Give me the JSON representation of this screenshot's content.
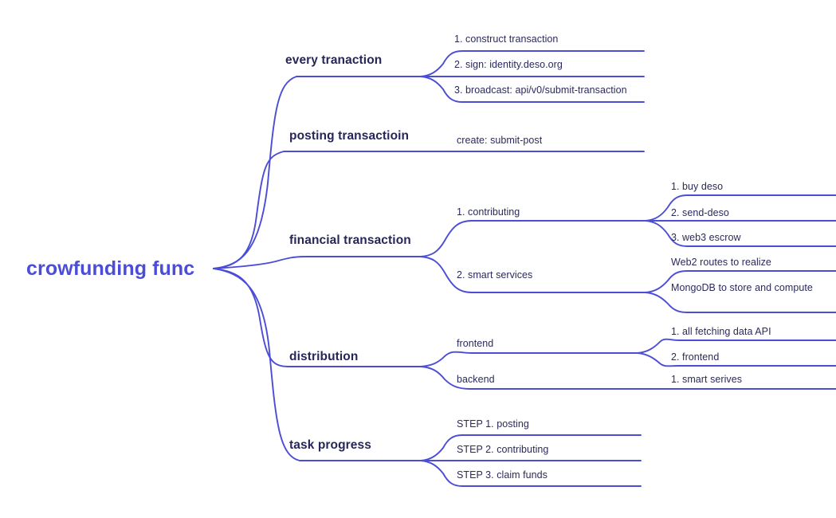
{
  "title": "crowfunding func mind map",
  "theme": {
    "background": "#ffffff",
    "root_color": "#4b4dd6",
    "branch_color": "#272659",
    "leaf_color": "#2b2a5c",
    "line_color": "#4b4dd6"
  },
  "root": {
    "label": "crowfunding func"
  },
  "branches": [
    {
      "label": "every tranaction",
      "children": [
        {
          "label": "1. construct transaction"
        },
        {
          "label": "2. sign: identity.deso.org"
        },
        {
          "label": "3. broadcast: api/v0/submit-transaction"
        }
      ]
    },
    {
      "label": "posting transactioin",
      "children": [
        {
          "label": "create: submit-post"
        }
      ]
    },
    {
      "label": "financial transaction",
      "children": [
        {
          "label": "1. contributing",
          "children": [
            {
              "label": "1. buy deso"
            },
            {
              "label": "2. send-deso"
            },
            {
              "label": "3. web3 escrow"
            }
          ]
        },
        {
          "label": "2. smart services",
          "children": [
            {
              "label": "Web2 routes to realize"
            },
            {
              "label": "MongoDB to store and compute"
            }
          ]
        }
      ]
    },
    {
      "label": "distribution",
      "children": [
        {
          "label": "frontend",
          "children": [
            {
              "label": "1. all fetching data API"
            },
            {
              "label": "2. frontend"
            }
          ]
        },
        {
          "label": "backend",
          "children": [
            {
              "label": "1. smart serives"
            }
          ]
        }
      ]
    },
    {
      "label": "task progress",
      "children": [
        {
          "label": "STEP 1. posting"
        },
        {
          "label": "STEP 2. contributing"
        },
        {
          "label": "STEP 3. claim funds"
        }
      ]
    }
  ]
}
